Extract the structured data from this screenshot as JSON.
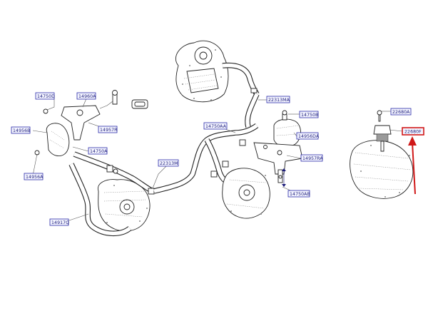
{
  "diagram": {
    "labels": [
      "14750D",
      "14960A",
      "14956B",
      "14957R",
      "14750A",
      "14956A",
      "14917Q",
      "22313M",
      "22313MA",
      "14750AA",
      "14750B",
      "14956DA",
      "14957RA",
      "14750AB",
      "22680A",
      "22680F"
    ],
    "highlighted_label": "22680F",
    "colors": {
      "label_border": "#2a2aa8",
      "label_text": "#1a1a7a",
      "highlight_border": "#d01818",
      "arrow": "#d01818"
    }
  }
}
